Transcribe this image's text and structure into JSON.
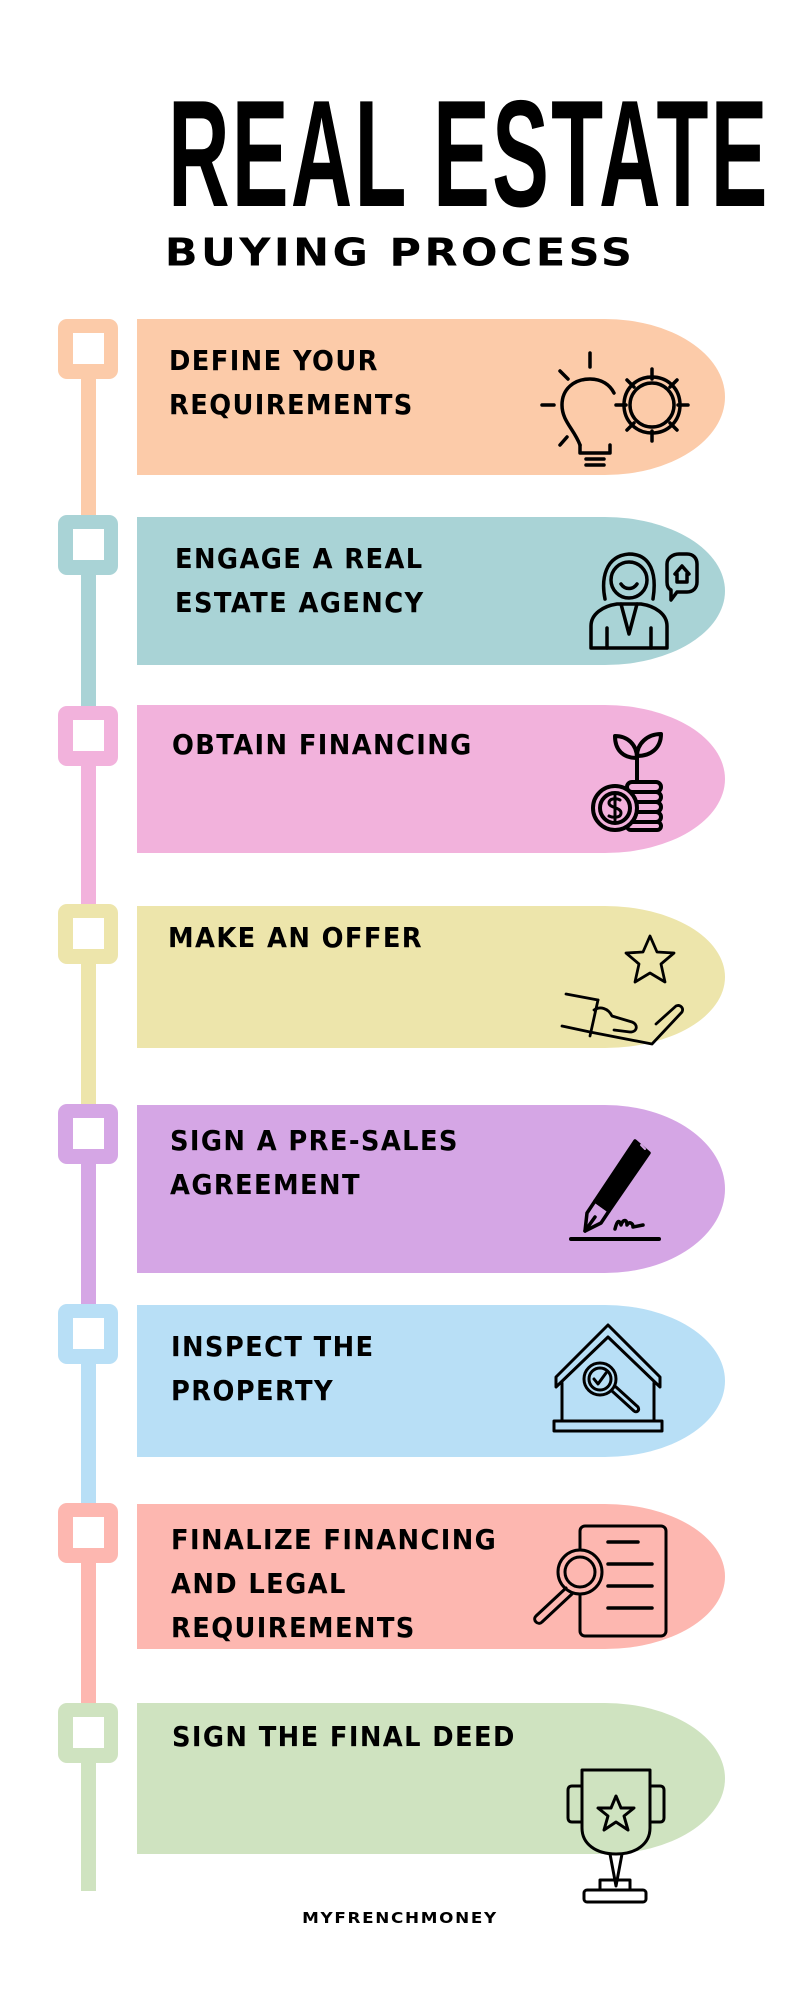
{
  "header": {
    "title": "REAL ESTATE",
    "subtitle": "BUYING PROCESS"
  },
  "steps": [
    {
      "label_line1": "DEFINE YOUR",
      "label_line2": "REQUIREMENTS",
      "label_line3": "",
      "icon": "lightbulb-gear-icon",
      "color": "#fccba9"
    },
    {
      "label_line1": "ENGAGE A REAL",
      "label_line2": "ESTATE AGENCY",
      "label_line3": "",
      "icon": "real-estate-agent-icon",
      "color": "#a9d3d6"
    },
    {
      "label_line1": "OBTAIN FINANCING",
      "label_line2": "",
      "label_line3": "",
      "icon": "money-plant-coins-icon",
      "color": "#f2b2dc"
    },
    {
      "label_line1": "MAKE AN OFFER",
      "label_line2": "",
      "label_line3": "",
      "icon": "hand-offering-star-icon",
      "color": "#ede5ab"
    },
    {
      "label_line1": "SIGN A PRE-SALES",
      "label_line2": "AGREEMENT",
      "label_line3": "",
      "icon": "fountain-pen-signature-icon",
      "color": "#d5a6e5"
    },
    {
      "label_line1": "INSPECT THE",
      "label_line2": "PROPERTY",
      "label_line3": "",
      "icon": "house-inspection-icon",
      "color": "#b8dff6"
    },
    {
      "label_line1": "FINALIZE FINANCING",
      "label_line2": "AND LEGAL",
      "label_line3": "REQUIREMENTS",
      "icon": "document-search-icon",
      "color": "#fdb7b0"
    },
    {
      "label_line1": "SIGN THE FINAL DEED",
      "label_line2": "",
      "label_line3": "",
      "icon": "trophy-star-icon",
      "color": "#cfe3c0"
    }
  ],
  "footer": {
    "brand": "MYFRENCHMONEY"
  }
}
